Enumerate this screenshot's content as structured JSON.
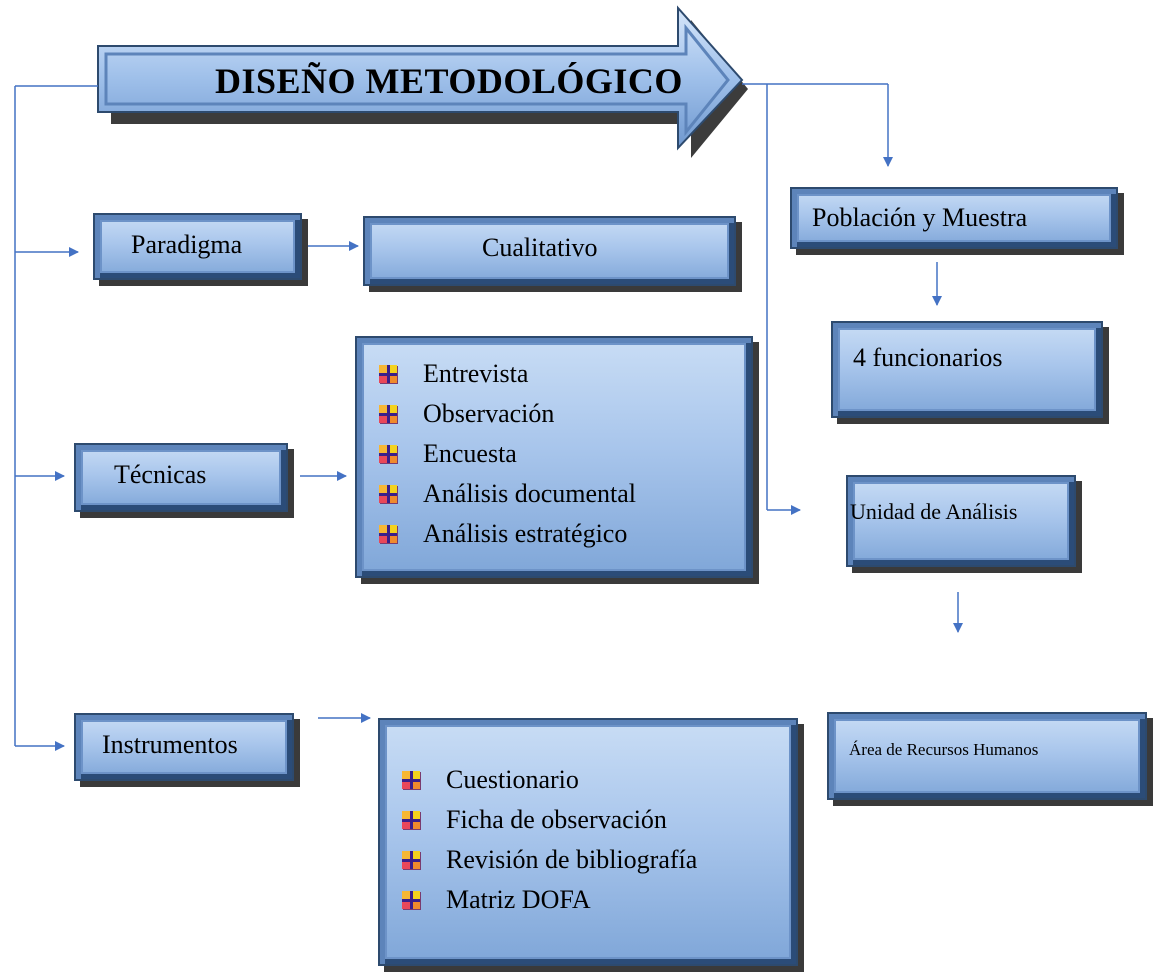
{
  "title": "DISEÑO METODOLÓGICO",
  "paradigma": {
    "label": "Paradigma",
    "value": "Cualitativo"
  },
  "tecnicas": {
    "label": "Técnicas",
    "items": [
      "Entrevista",
      "Observación",
      "Encuesta",
      "Análisis documental",
      "Análisis estratégico"
    ]
  },
  "instrumentos": {
    "label": "Instrumentos",
    "items": [
      "Cuestionario",
      "Ficha de observación",
      "Revisión de bibliografía",
      "Matriz DOFA"
    ]
  },
  "poblacion": {
    "label": "Población y Muestra",
    "value": "4 funcionarios",
    "unidad_label": "Unidad de Análisis",
    "unidad_value": "Área de Recursos Humanos"
  },
  "colors": {
    "line": "#4472c4",
    "box_border": "#2d4a6e",
    "box_fill": "#a9c6ec",
    "title_arrow": "#8fb4e6"
  },
  "icons": {
    "bullet": "colored-plus-bullet-icon"
  }
}
